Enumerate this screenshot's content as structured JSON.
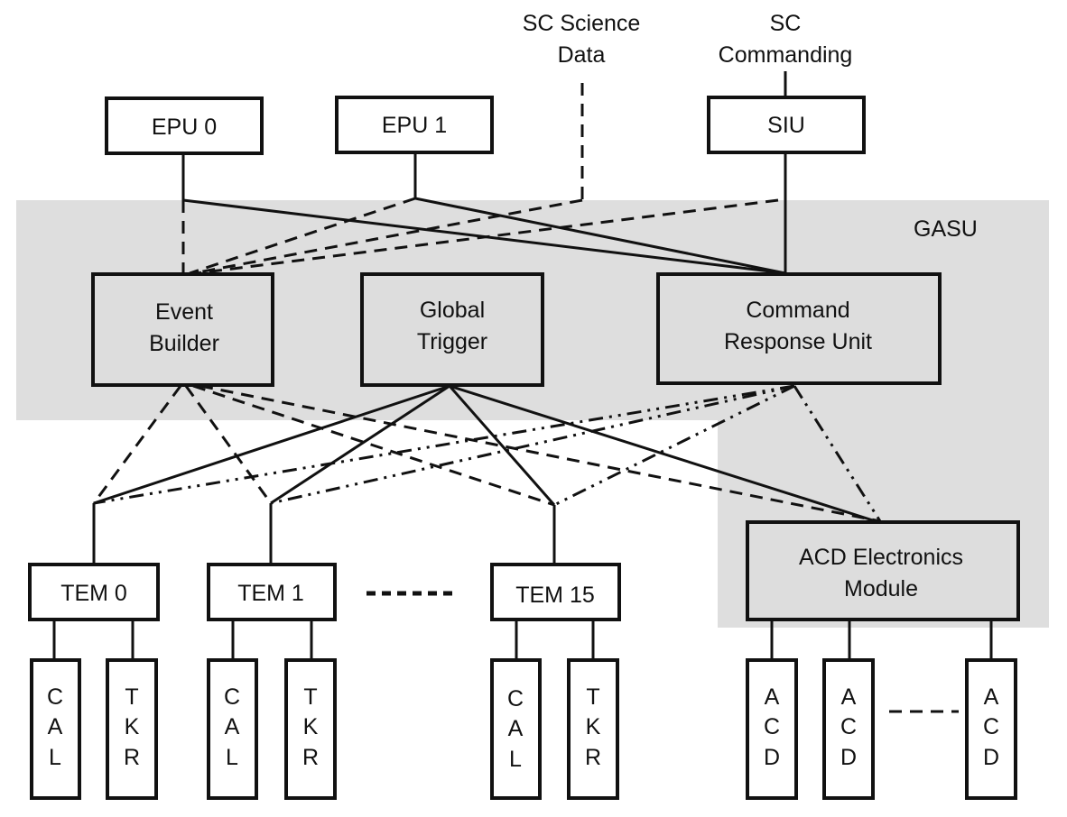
{
  "diagram": {
    "top_labels": {
      "sc_science_data": [
        "SC Science",
        "Data"
      ],
      "sc_commanding": [
        "SC",
        "Commanding"
      ]
    },
    "region_label": "GASU",
    "epu0": "EPU 0",
    "epu1": "EPU 1",
    "siu": "SIU",
    "event_builder": [
      "Event",
      "Builder"
    ],
    "global_trigger": [
      "Global",
      "Trigger"
    ],
    "command_response_unit": [
      "Command",
      "Response Unit"
    ],
    "acd_electronics_module": [
      "ACD Electronics",
      "Module"
    ],
    "tem0": "TEM 0",
    "tem1": "TEM 1",
    "tem15": "TEM 15",
    "cal": [
      "C",
      "A",
      "L"
    ],
    "tkr": [
      "T",
      "K",
      "R"
    ],
    "acd": [
      "A",
      "C",
      "D"
    ],
    "colors": {
      "gasu_fill": "#dedede",
      "box_fill": "#ffffff",
      "line": "#111111"
    }
  }
}
